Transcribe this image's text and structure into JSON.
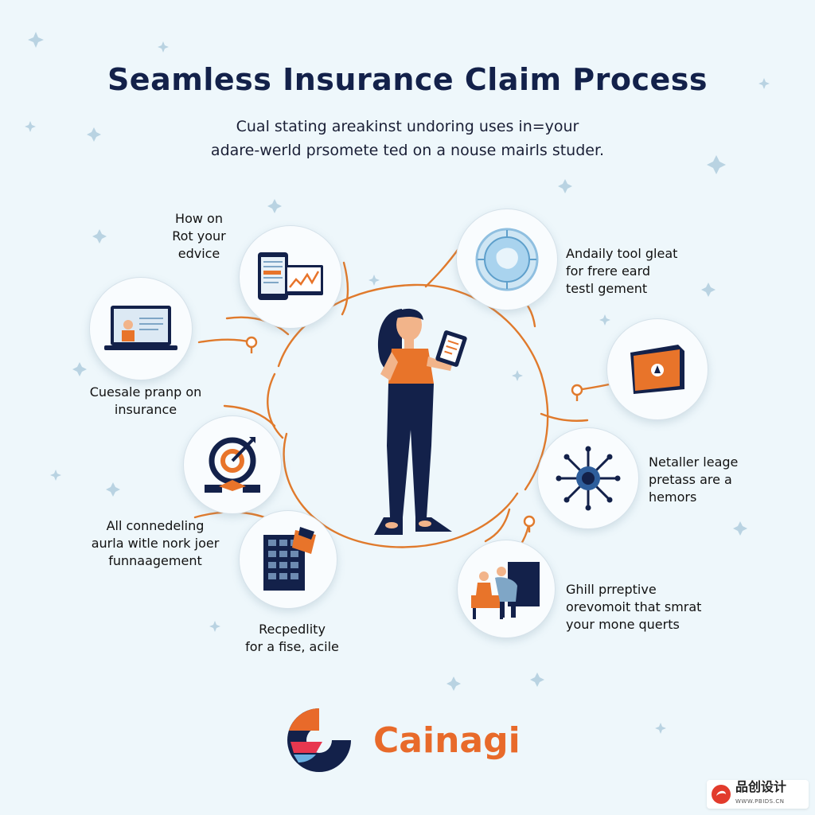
{
  "header": {
    "title": "Seamless Insurance Claim Process",
    "subtitle_line1": "Cual stating areakinst undoring uses in=your",
    "subtitle_line2": "adare-werld prsomete ted on a nouse mairls studer."
  },
  "nodes": [
    {
      "id": "tablet",
      "icon": "tablet-chart-icon",
      "label": [
        "How on",
        "Rot your",
        "edvice"
      ]
    },
    {
      "id": "laptop",
      "icon": "laptop-user-icon",
      "label": [
        "Cuesale pranp on",
        "insurance"
      ]
    },
    {
      "id": "target",
      "icon": "target-handshake-icon",
      "label": [
        "All connedeling",
        "aurla witle nork joer",
        "funnaagement"
      ]
    },
    {
      "id": "files",
      "icon": "file-cabinet-icon",
      "label": [
        "Recpedlity",
        "for a fise, acile"
      ]
    },
    {
      "id": "compass",
      "icon": "compass-icon",
      "label": [
        "Andaily tool gleat",
        "for frere eard",
        "testl gement"
      ]
    },
    {
      "id": "box",
      "icon": "package-icon",
      "label": []
    },
    {
      "id": "network",
      "icon": "network-icon",
      "label": [
        "Netaller leage",
        "pretass are a",
        "hemors"
      ]
    },
    {
      "id": "people",
      "icon": "people-desk-icon",
      "label": [
        "Ghill prreptive",
        "orevomoit that smrat",
        "your mone querts"
      ]
    }
  ],
  "center": {
    "icon": "woman-with-tablet-icon"
  },
  "brand": {
    "name": "Cainagi",
    "logo": "brand-logo-icon"
  },
  "watermark": {
    "text": "品创设计",
    "url": "WWW.PBIDS.CN"
  },
  "colors": {
    "accent": "#e86a2a",
    "navy": "#13214a",
    "background": "#eef7fb"
  }
}
